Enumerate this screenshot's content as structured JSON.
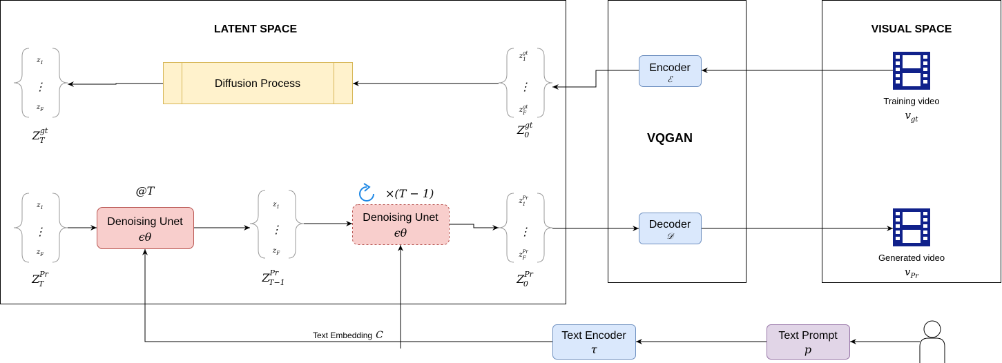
{
  "regions": {
    "latent": "LATENT SPACE",
    "vqgan": "VQGAN",
    "visual": "VISUAL SPACE"
  },
  "nodes": {
    "diffusion": "Diffusion Process",
    "encoder": {
      "name": "Encoder",
      "symbol": "ℰ"
    },
    "decoder": {
      "name": "Decoder",
      "symbol": "𝒟"
    },
    "unet1": {
      "name": "Denoising Unet",
      "symbol": "ϵθ"
    },
    "unet2": {
      "name": "Denoising Unet",
      "symbol": "ϵθ"
    },
    "text_encoder": {
      "name": "Text Encoder",
      "symbol": "τ"
    },
    "text_prompt": {
      "name": "Text Prompt",
      "symbol": "p"
    }
  },
  "videos": {
    "training": {
      "label": "Training video",
      "symbol": "v",
      "sub": "gt"
    },
    "generated": {
      "label": "Generated video",
      "symbol": "v",
      "sub": "Pr"
    }
  },
  "latent_sets": {
    "zt_gt": {
      "top": "z",
      "top_sub": "1",
      "bottom": "z",
      "bottom_sub": "F",
      "label": "Z",
      "label_sup": "gt",
      "label_sub": "T"
    },
    "z0_gt": {
      "top": "z",
      "top_sub": "1",
      "top_sup": "gt",
      "bottom": "z",
      "bottom_sub": "F",
      "bottom_sup": "gt",
      "label": "Z",
      "label_sup": "gt",
      "label_sub": "0"
    },
    "zt_pr": {
      "top": "z",
      "top_sub": "1",
      "bottom": "z",
      "bottom_sub": "F",
      "label": "Z",
      "label_sup": "Pr",
      "label_sub": "T"
    },
    "ztm1_pr": {
      "top": "z",
      "top_sub": "1",
      "bottom": "z",
      "bottom_sub": "F",
      "label": "Z",
      "label_sup": "Pr",
      "label_sub": "T−1"
    },
    "z0_pr": {
      "top": "z",
      "top_sub": "1",
      "top_sup": "Pr",
      "bottom": "z",
      "bottom_sub": "F",
      "bottom_sup": "Pr",
      "label": "Z",
      "label_sup": "Pr",
      "label_sub": "0"
    }
  },
  "annotations": {
    "at_t": "@T",
    "repeat": "×(T − 1)",
    "text_embedding": "Text Embedding",
    "text_embedding_symbol": "C"
  },
  "colors": {
    "encoder_fill": "#dae8fc",
    "encoder_stroke": "#6c8ebf",
    "unet_fill": "#f8cecc",
    "unet_stroke": "#b85450",
    "diffusion_fill": "#fff2cc",
    "diffusion_stroke": "#d6b656",
    "prompt_fill": "#e1d5e7",
    "prompt_stroke": "#9673a6",
    "film_icon": "#10218b",
    "repeat_icon": "#1e88e5"
  }
}
